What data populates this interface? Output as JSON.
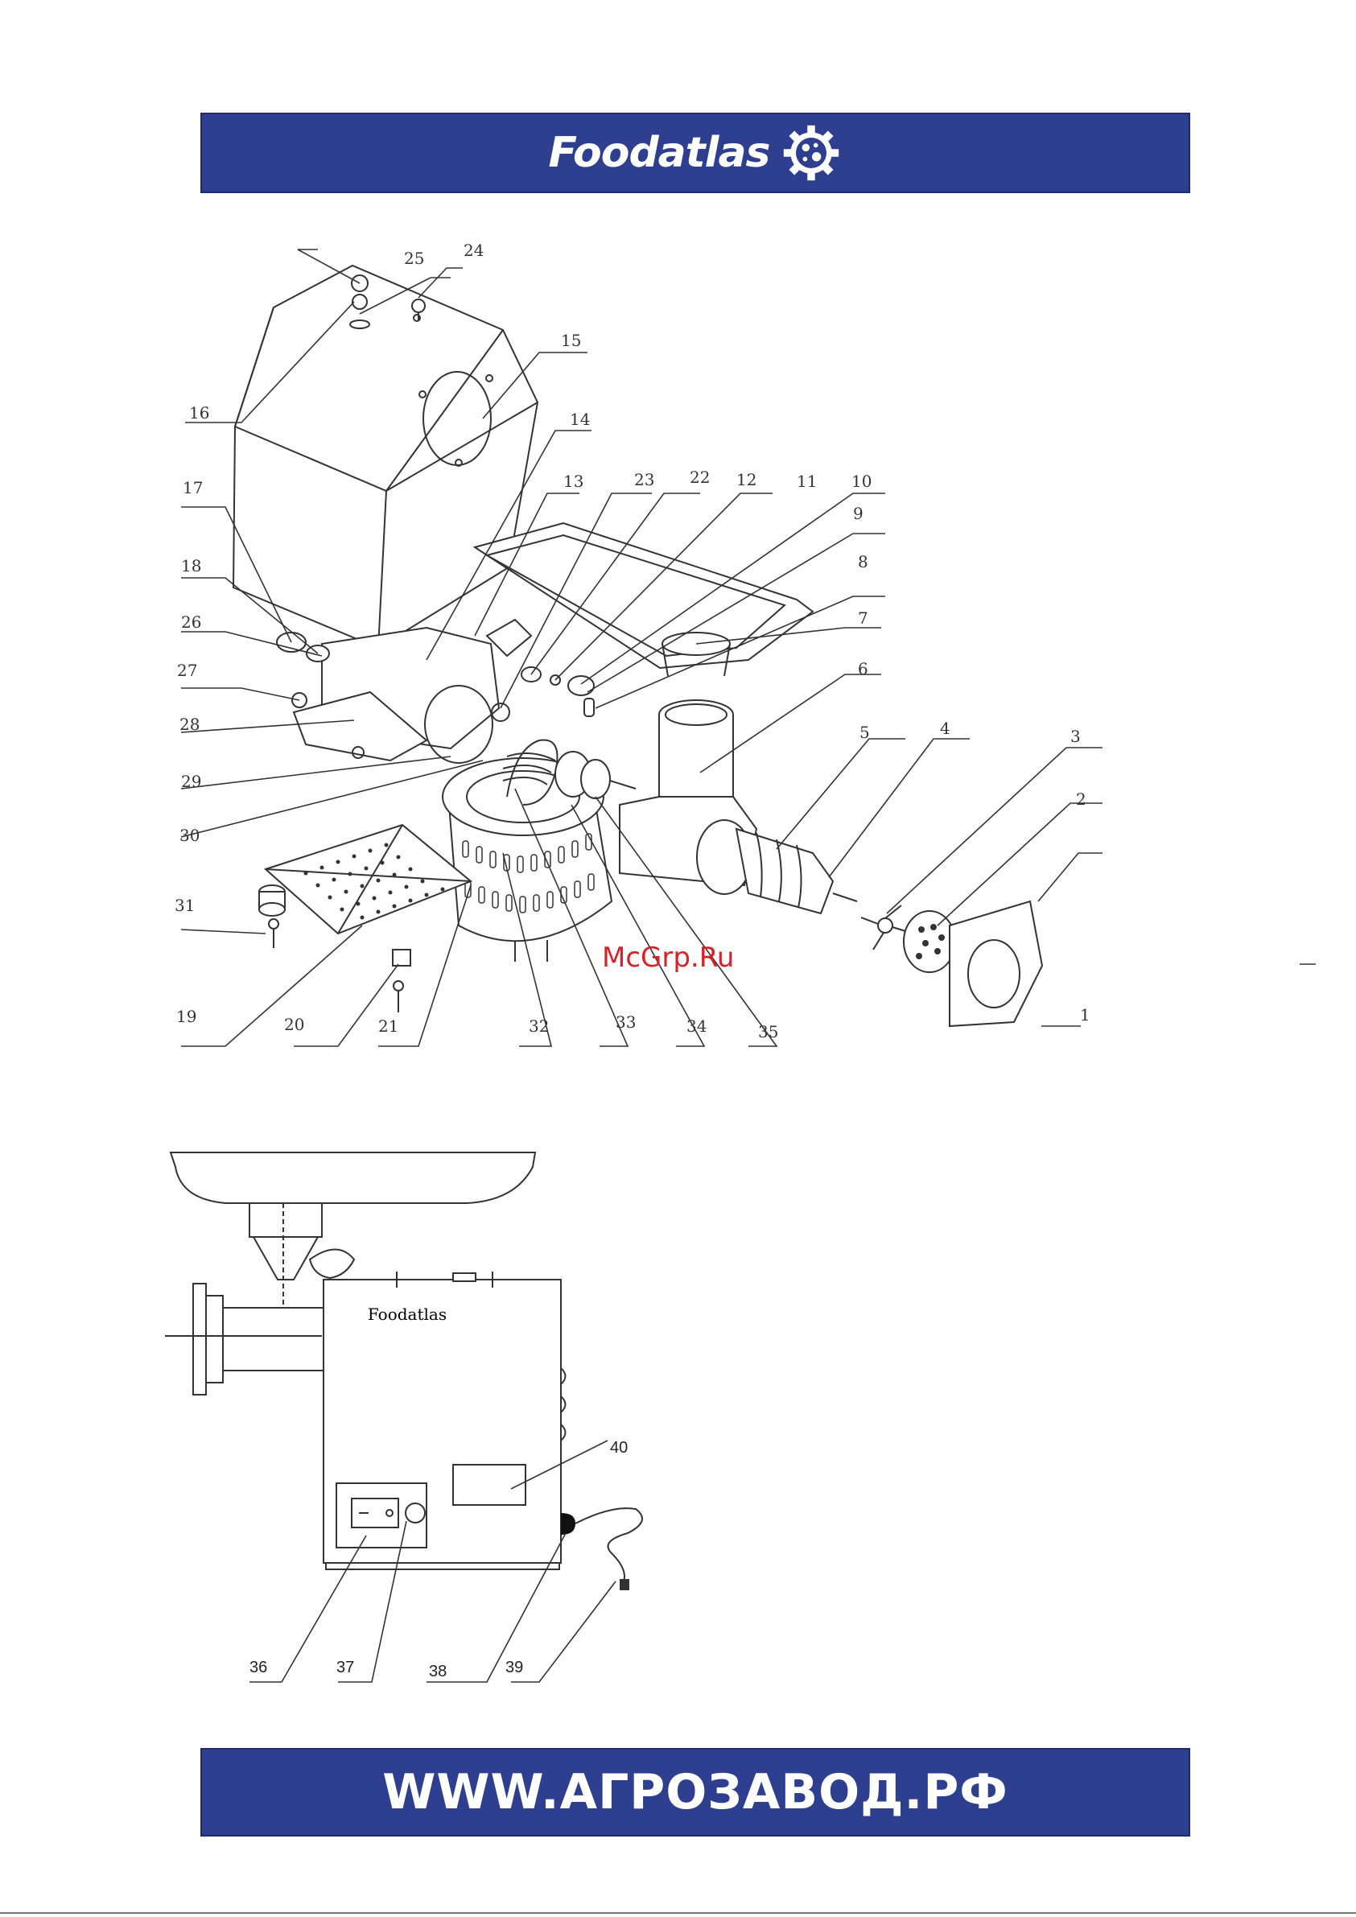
{
  "header": {
    "brand": "Foodatlas",
    "logo_icon": "gear-globe-icon",
    "color": "#2f3f8f"
  },
  "exploded_view": {
    "callouts": [
      "1",
      "2",
      "3",
      "4",
      "5",
      "6",
      "7",
      "8",
      "9",
      "10",
      "11",
      "12",
      "13",
      "14",
      "15",
      "16",
      "17",
      "18",
      "19",
      "20",
      "21",
      "22",
      "23",
      "24",
      "25",
      "26",
      "27",
      "28",
      "29",
      "30",
      "31",
      "32",
      "33",
      "34",
      "35"
    ]
  },
  "side_view": {
    "housing_label": "Foodatlas",
    "callouts": [
      "36",
      "37",
      "38",
      "39",
      "40"
    ]
  },
  "watermark": "McGrp.Ru",
  "footer": {
    "website": "WWW.АГРОЗАВОД.РФ",
    "color": "#2f3f8f"
  }
}
